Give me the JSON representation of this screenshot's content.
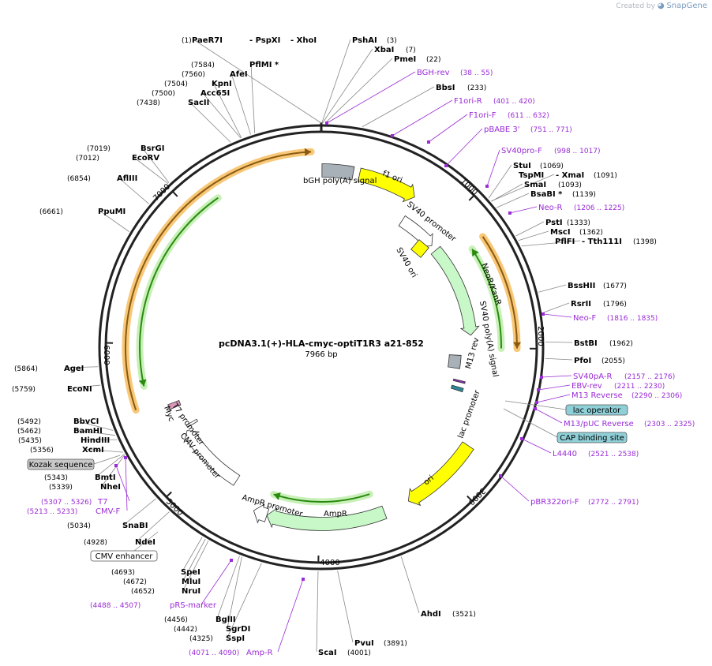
{
  "credit": {
    "prefix": "Created by",
    "brand": "SnapGene"
  },
  "plasmid": {
    "name": "pcDNA3.1(+)-HLA-cmyc-optiT1R3 a21-852",
    "length_label": "7966 bp",
    "length": 7966
  },
  "ticks": [
    {
      "pos": 1000,
      "label": "1000"
    },
    {
      "pos": 2000,
      "label": "2000"
    },
    {
      "pos": 3000,
      "label": "3000"
    },
    {
      "pos": 4000,
      "label": "4000"
    },
    {
      "pos": 5000,
      "label": "5000"
    },
    {
      "pos": 6000,
      "label": "6000"
    },
    {
      "pos": 7000,
      "label": "7000"
    }
  ],
  "sites": [
    {
      "key": "s1",
      "name": "PaeR7I",
      "pos": "(1)",
      "bp": 1
    },
    {
      "key": "s2",
      "name": "- PspXI",
      "pos": "",
      "bp": 1
    },
    {
      "key": "s3",
      "name": "- XhoI",
      "pos": "",
      "bp": 1
    },
    {
      "key": "s4",
      "name": "PshAI",
      "pos": "(3)",
      "bp": 3
    },
    {
      "key": "s5",
      "name": "XbaI",
      "pos": "(7)",
      "bp": 7
    },
    {
      "key": "s6",
      "name": "PmeI",
      "pos": "(22)",
      "bp": 22
    },
    {
      "key": "s7",
      "name": "BbsI",
      "pos": "(233)",
      "bp": 233
    },
    {
      "key": "s8",
      "name": "StuI",
      "pos": "(1069)",
      "bp": 1069
    },
    {
      "key": "s9",
      "name": "TspMI",
      "pos": "",
      "bp": 1091
    },
    {
      "key": "s10",
      "name": "- XmaI",
      "pos": "(1091)",
      "bp": 1091
    },
    {
      "key": "s11",
      "name": "SmaI",
      "pos": "(1093)",
      "bp": 1093
    },
    {
      "key": "s12",
      "name": "BsaBI *",
      "pos": "(1139)",
      "bp": 1139
    },
    {
      "key": "s13",
      "name": "PstI",
      "pos": "(1333)",
      "bp": 1333
    },
    {
      "key": "s14",
      "name": "MscI",
      "pos": "(1362)",
      "bp": 1362
    },
    {
      "key": "s15",
      "name": "PflFI",
      "pos": "",
      "bp": 1398
    },
    {
      "key": "s16",
      "name": "- Tth111I",
      "pos": "(1398)",
      "bp": 1398
    },
    {
      "key": "s17",
      "name": "BssHII",
      "pos": "(1677)",
      "bp": 1677
    },
    {
      "key": "s18",
      "name": "RsrII",
      "pos": "(1796)",
      "bp": 1796
    },
    {
      "key": "s19",
      "name": "BstBI",
      "pos": "(1962)",
      "bp": 1962
    },
    {
      "key": "s20",
      "name": "PfoI",
      "pos": "(2055)",
      "bp": 2055
    },
    {
      "key": "s21",
      "name": "AhdI",
      "pos": "(3521)",
      "bp": 3521
    },
    {
      "key": "s22",
      "name": "PvuI",
      "pos": "(3891)",
      "bp": 3891
    },
    {
      "key": "s23",
      "name": "ScaI",
      "pos": "(4001)",
      "bp": 4001
    },
    {
      "key": "s24",
      "name": "SspI",
      "pos": "(4325)",
      "bp": 4325
    },
    {
      "key": "s25",
      "name": "SgrDI",
      "pos": "(4442)",
      "bp": 4442
    },
    {
      "key": "s26",
      "name": "BglII",
      "pos": "(4456)",
      "bp": 4456
    },
    {
      "key": "s27",
      "name": "NruI",
      "pos": "(4652)",
      "bp": 4652
    },
    {
      "key": "s28",
      "name": "MluI",
      "pos": "(4672)",
      "bp": 4672
    },
    {
      "key": "s29",
      "name": "SpeI",
      "pos": "(4693)",
      "bp": 4693
    },
    {
      "key": "s30",
      "name": "NdeI",
      "pos": "(4928)",
      "bp": 4928
    },
    {
      "key": "s31",
      "name": "SnaBI",
      "pos": "(5034)",
      "bp": 5034
    },
    {
      "key": "s32",
      "name": "NheI",
      "pos": "(5339)",
      "bp": 5339
    },
    {
      "key": "s33",
      "name": "BmtI",
      "pos": "(5343)",
      "bp": 5343
    },
    {
      "key": "s34",
      "name": "XcmI",
      "pos": "(5356)",
      "bp": 5356
    },
    {
      "key": "s35",
      "name": "HindIII",
      "pos": "(5435)",
      "bp": 5435
    },
    {
      "key": "s36",
      "name": "BamHI",
      "pos": "(5462)",
      "bp": 5462
    },
    {
      "key": "s37",
      "name": "BbvCI",
      "pos": "(5492)",
      "bp": 5492
    },
    {
      "key": "s38",
      "name": "EcoNI",
      "pos": "(5759)",
      "bp": 5759
    },
    {
      "key": "s39",
      "name": "AgeI",
      "pos": "(5864)",
      "bp": 5864
    },
    {
      "key": "s40",
      "name": "PpuMI",
      "pos": "(6661)",
      "bp": 6661
    },
    {
      "key": "s41",
      "name": "AflIII",
      "pos": "(6854)",
      "bp": 6854
    },
    {
      "key": "s42",
      "name": "EcoRV",
      "pos": "(7012)",
      "bp": 7012
    },
    {
      "key": "s43",
      "name": "BsrGI",
      "pos": "(7019)",
      "bp": 7019
    },
    {
      "key": "s44",
      "name": "SacII",
      "pos": "(7438)",
      "bp": 7438
    },
    {
      "key": "s45",
      "name": "Acc65I",
      "pos": "(7500)",
      "bp": 7500
    },
    {
      "key": "s46",
      "name": "KpnI",
      "pos": "(7504)",
      "bp": 7504
    },
    {
      "key": "s47",
      "name": "AfeI",
      "pos": "(7560)",
      "bp": 7560
    },
    {
      "key": "s48",
      "name": "PflMI *",
      "pos": "(7584)",
      "bp": 7584
    }
  ],
  "primers": [
    {
      "key": "p1",
      "name": "BGH-rev",
      "range": "(38 .. 55)",
      "bp": 46
    },
    {
      "key": "p2",
      "name": "F1ori-R",
      "range": "(401 .. 420)",
      "bp": 410
    },
    {
      "key": "p3",
      "name": "F1ori-F",
      "range": "(611 .. 632)",
      "bp": 620
    },
    {
      "key": "p4",
      "name": "pBABE 3'",
      "range": "(751 .. 771)",
      "bp": 760
    },
    {
      "key": "p5",
      "name": "SV40pro-F",
      "range": "(998 .. 1017)",
      "bp": 1008
    },
    {
      "key": "p6",
      "name": "Neo-R",
      "range": "(1206 .. 1225)",
      "bp": 1215
    },
    {
      "key": "p7",
      "name": "Neo-F",
      "range": "(1816 .. 1835)",
      "bp": 1825
    },
    {
      "key": "p8",
      "name": "SV40pA-R",
      "range": "(2157 .. 2176)",
      "bp": 2166
    },
    {
      "key": "p9",
      "name": "EBV-rev",
      "range": "(2211 .. 2230)",
      "bp": 2220
    },
    {
      "key": "p10",
      "name": "M13 Reverse",
      "range": "(2290 .. 2306)",
      "bp": 2298
    },
    {
      "key": "p11",
      "name": "M13/pUC Reverse",
      "range": "(2303 .. 2325)",
      "bp": 2314
    },
    {
      "key": "p12",
      "name": "L4440",
      "range": "(2521 .. 2538)",
      "bp": 2530
    },
    {
      "key": "p13",
      "name": "pBR322ori-F",
      "range": "(2772 .. 2791)",
      "bp": 2782
    },
    {
      "key": "p14",
      "name": "Amp-R",
      "range": "(4071 .. 4090)",
      "bp": 4080
    },
    {
      "key": "p15",
      "name": "pRS-marker",
      "range": "(4488 .. 4507)",
      "bp": 4498
    },
    {
      "key": "p16",
      "name": "CMV-F",
      "range": "(5213 .. 5233)",
      "bp": 5223
    },
    {
      "key": "p17",
      "name": "T7",
      "range": "(5307 .. 5326)",
      "bp": 5316
    }
  ],
  "boxed_labels": [
    {
      "key": "b1",
      "name": "lac operator",
      "fill": "#8fd0d8"
    },
    {
      "key": "b2",
      "name": "CAP binding site",
      "fill": "#8fd0d8"
    },
    {
      "key": "b3",
      "name": "Kozak sequence",
      "fill": "#c8c8c8"
    },
    {
      "key": "b4",
      "name": "CMV enhancer",
      "fill": "#ffffff"
    }
  ],
  "features": [
    {
      "key": "f1",
      "name": "bGH poly(A) signal",
      "start": 5,
      "end": 230,
      "r": 224,
      "color": "#a8b0b8",
      "arrow": false
    },
    {
      "key": "f2",
      "name": "f1 ori",
      "start": 276,
      "end": 705,
      "r": 224,
      "color": "#ffff00",
      "arrow": true
    },
    {
      "key": "f3",
      "name": "SV40 promoter",
      "start": 720,
      "end": 1050,
      "r": 190,
      "color": "#ffffff",
      "arrow": true
    },
    {
      "key": "f4",
      "name": "SV40 ori",
      "start": 900,
      "end": 1036,
      "r": 120,
      "color": "#ffff00",
      "arrow": false
    },
    {
      "key": "f5",
      "name": "NeoR/KanR",
      "start": 1100,
      "end": 1890,
      "r": 190,
      "color": "#c8f8c8",
      "arrow": true
    },
    {
      "key": "f6",
      "name": "SV40 poly(A) signal",
      "start": 2066,
      "end": 2187,
      "r": 170,
      "color": "#a8b0b8",
      "arrow": false
    },
    {
      "key": "f7",
      "name": "M13 rev",
      "start": 2290,
      "end": 2306,
      "r": 180,
      "color": "#8b2fb8",
      "arrow": false
    },
    {
      "key": "f8",
      "name": "lac promoter",
      "start": 2350,
      "end": 2380,
      "r": 180,
      "color": "#2a8a9a",
      "arrow": false
    },
    {
      "key": "f9",
      "name": "ori",
      "start": 2740,
      "end": 3330,
      "r": 224,
      "color": "#ffff00",
      "arrow": true
    },
    {
      "key": "f10",
      "name": "AmpR",
      "start": 3520,
      "end": 4380,
      "r": 224,
      "color": "#c8f8c8",
      "arrow": true
    },
    {
      "key": "f11",
      "name": "AmpR promoter",
      "start": 4380,
      "end": 4480,
      "r": 224,
      "color": "#ffffff",
      "arrow": true
    },
    {
      "key": "f12",
      "name": "CMV promoter",
      "start": 4700,
      "end": 5270,
      "r": 200,
      "color": "#ffffff",
      "arrow": true
    },
    {
      "key": "f13",
      "name": "T7 promoter",
      "start": 5290,
      "end": 5310,
      "r": 190,
      "color": "#ffffff",
      "arrow": false
    },
    {
      "key": "f14",
      "name": "Myc",
      "start": 5480,
      "end": 5520,
      "r": 200,
      "color": "#d898b8",
      "arrow": false
    }
  ],
  "orf_arcs": [
    {
      "key": "o1",
      "start": 5560,
      "end": 7900,
      "r": 248,
      "fill": "#f8c878",
      "line": "#8a5a10",
      "dir": 1
    },
    {
      "key": "o2",
      "start": 5700,
      "end": 7200,
      "r": 230,
      "fill": "#c8f0b8",
      "line": "#2a8a10",
      "dir": -1
    },
    {
      "key": "o3",
      "start": 1230,
      "end": 2000,
      "r": 248,
      "fill": "#f8c878",
      "line": "#8a5a10",
      "dir": 1
    },
    {
      "key": "o4",
      "start": 1260,
      "end": 2000,
      "r": 228,
      "fill": "#c8f0b8",
      "line": "#2a8a10",
      "dir": -1
    },
    {
      "key": "o5",
      "start": 3580,
      "end": 4380,
      "r": 196,
      "fill": "#c8f0b8",
      "line": "#2a8a10",
      "dir": 1
    }
  ]
}
